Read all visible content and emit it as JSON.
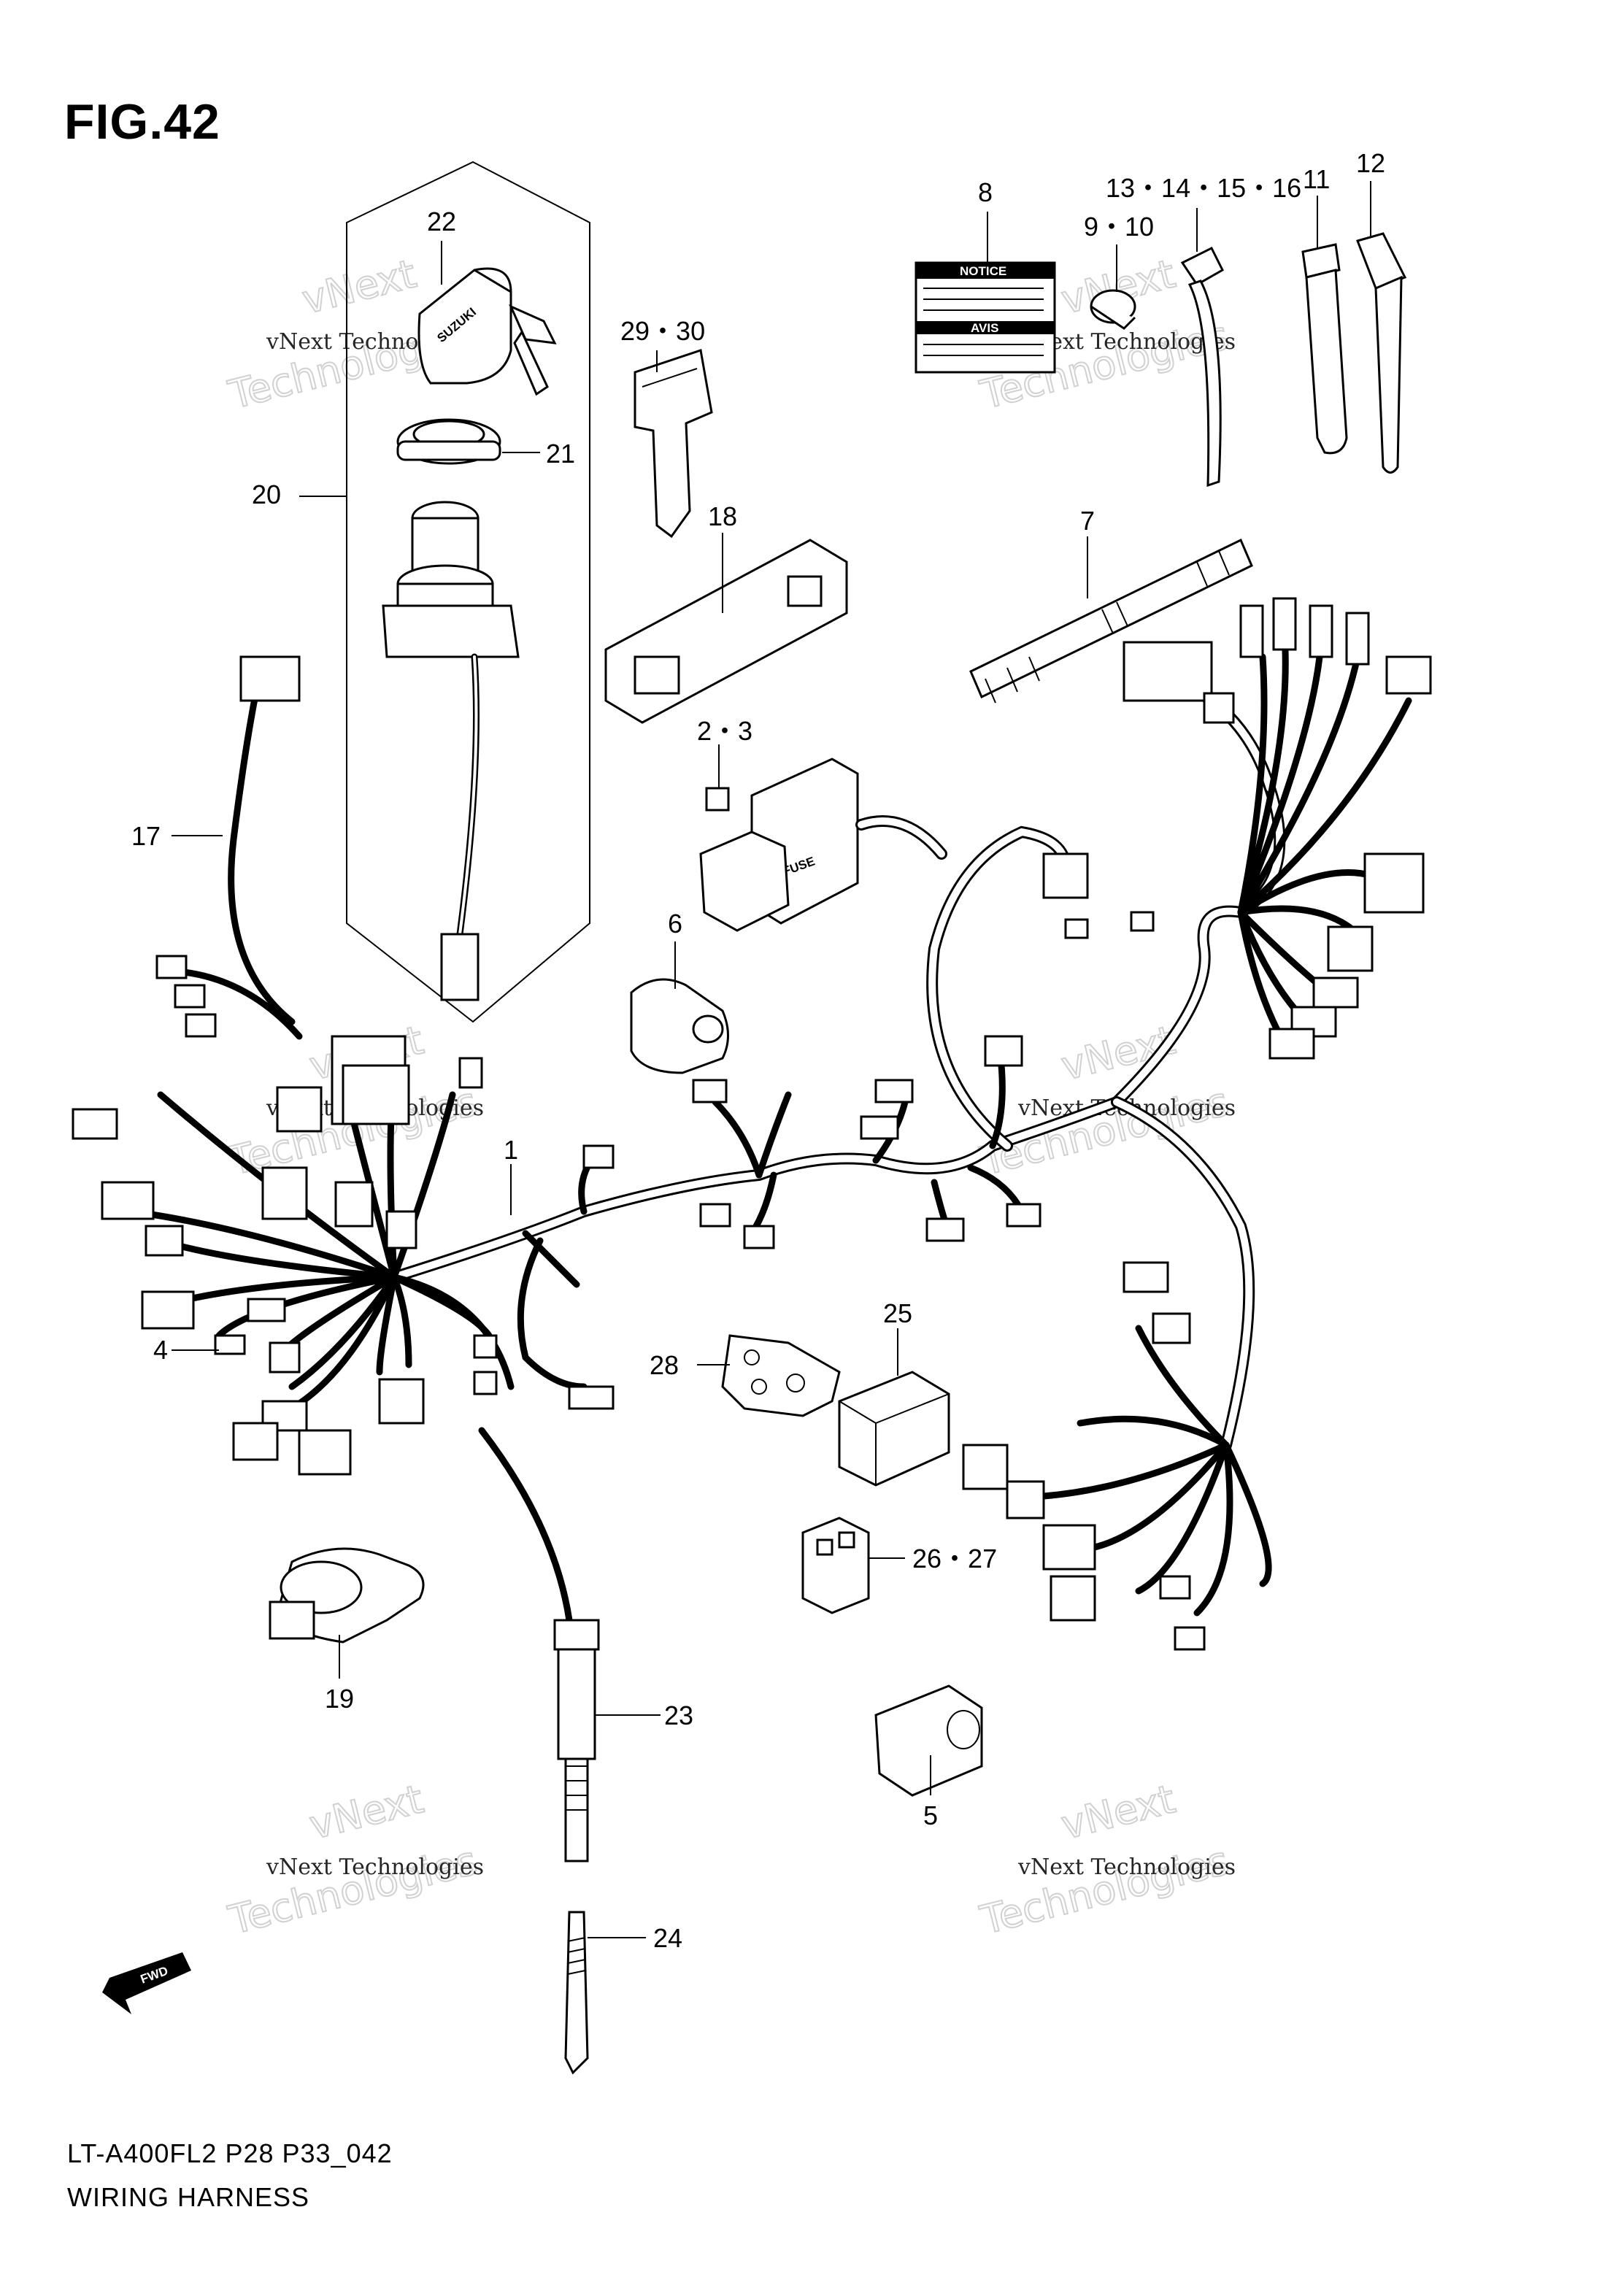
{
  "figure": {
    "title": "FIG.42",
    "model_code": "LT-A400FL2 P28 P33_042",
    "diagram_name": "WIRING HARNESS"
  },
  "callouts": {
    "c1": "1",
    "c2_3": "2・3",
    "c4": "4",
    "c5": "5",
    "c6": "6",
    "c7": "7",
    "c8": "8",
    "c9_10": "9・10",
    "c11": "11",
    "c12": "12",
    "c13_16": "13・14・15・16",
    "c17": "17",
    "c18": "18",
    "c19": "19",
    "c20": "20",
    "c21": "21",
    "c22": "22",
    "c23": "23",
    "c24": "24",
    "c25": "25",
    "c26_27": "26・27",
    "c28": "28",
    "c29_30": "29・30"
  },
  "labels": {
    "notice": "NOTICE",
    "avis": "AVIS",
    "fuse": "FUSE",
    "fwd": "FWD",
    "key_brand": "SUZUKI"
  },
  "watermark": {
    "line1": "vNext Technologies",
    "line2": "vNext",
    "line3": "Technologies"
  }
}
